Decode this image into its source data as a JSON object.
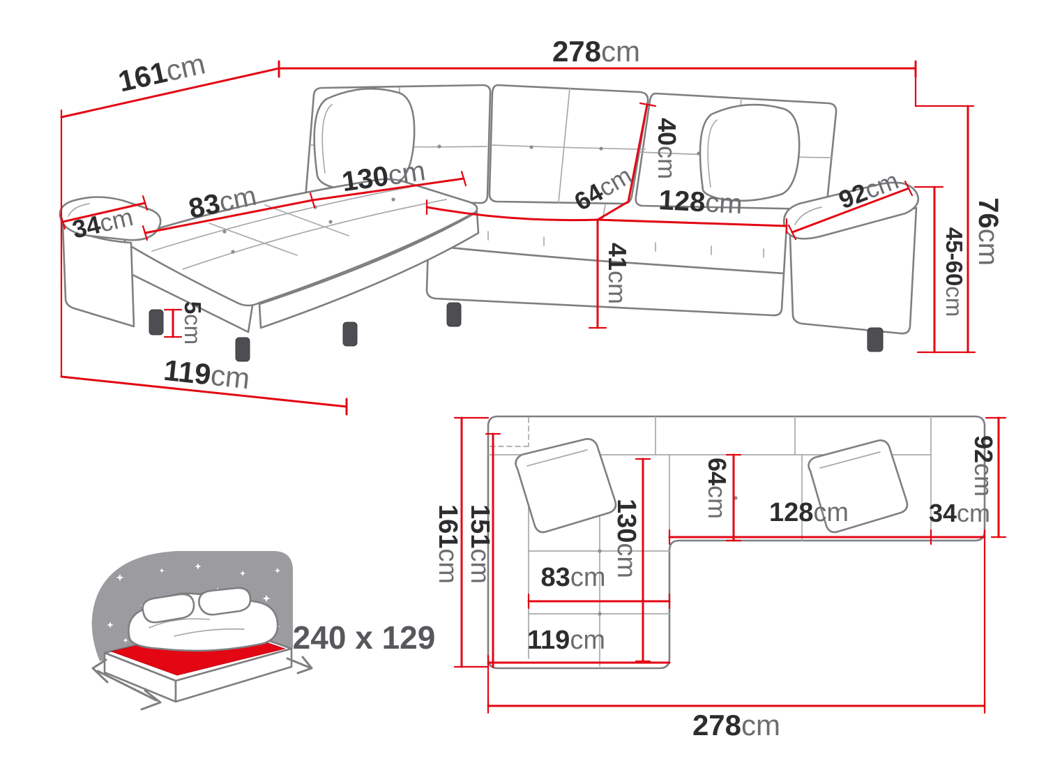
{
  "diagram": {
    "background": "#ffffff",
    "accent_red": "#e30613",
    "outline_gray": "#7f7f82",
    "text_dark": "#2d2d30",
    "unit_gray": "#6d6d71"
  },
  "perspective_view": {
    "dims": {
      "total_width": {
        "value": "278",
        "unit": "cm"
      },
      "total_depth": {
        "value": "161",
        "unit": "cm"
      },
      "left_armrest_width": {
        "value": "34",
        "unit": "cm"
      },
      "chaise_seat_width": {
        "value": "83",
        "unit": "cm"
      },
      "corner_seat_width": {
        "value": "130",
        "unit": "cm"
      },
      "backrest_height": {
        "value": "40",
        "unit": "cm"
      },
      "seat_depth": {
        "value": "64",
        "unit": "cm"
      },
      "seat_width": {
        "value": "128",
        "unit": "cm"
      },
      "right_armrest_depth": {
        "value": "92",
        "unit": "cm"
      },
      "total_height": {
        "value": "76",
        "unit": "cm"
      },
      "armrest_height_range": {
        "value": "45-60",
        "unit": "cm"
      },
      "seat_height": {
        "value": "41",
        "unit": "cm"
      },
      "leg_height": {
        "value": "5",
        "unit": "cm"
      },
      "chaise_total_width": {
        "value": "119",
        "unit": "cm"
      }
    }
  },
  "plan_view": {
    "dims": {
      "total_depth": {
        "value": "161",
        "unit": "cm"
      },
      "inner_depth": {
        "value": "151",
        "unit": "cm"
      },
      "chaise_length": {
        "value": "130",
        "unit": "cm"
      },
      "seat_depth": {
        "value": "64",
        "unit": "cm"
      },
      "seat_width": {
        "value": "128",
        "unit": "cm"
      },
      "right_armrest_width": {
        "value": "34",
        "unit": "cm"
      },
      "right_side_depth": {
        "value": "92",
        "unit": "cm"
      },
      "chaise_seat_width": {
        "value": "83",
        "unit": "cm"
      },
      "chaise_total_width": {
        "value": "119",
        "unit": "cm"
      },
      "total_width": {
        "value": "278",
        "unit": "cm"
      }
    }
  },
  "sleeping_function": {
    "size_label": "240 x 129"
  }
}
